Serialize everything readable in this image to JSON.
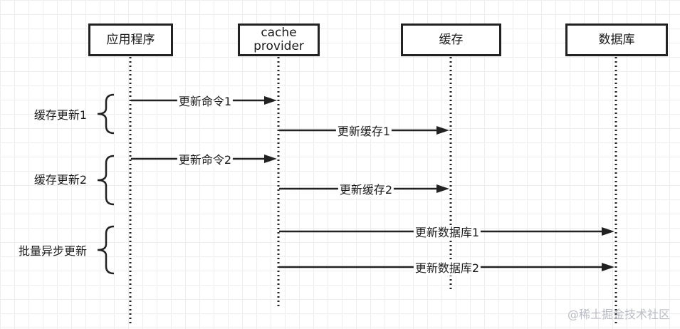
{
  "participants": [
    {
      "id": "app",
      "label": "应用程序"
    },
    {
      "id": "cp",
      "label": "cache\nprovider"
    },
    {
      "id": "cache",
      "label": "缓存"
    },
    {
      "id": "db",
      "label": "数据库"
    }
  ],
  "messages": [
    {
      "from": "app",
      "to": "cp",
      "label": "更新命令1"
    },
    {
      "from": "cp",
      "to": "cache",
      "label": "更新缓存1"
    },
    {
      "from": "app",
      "to": "cp",
      "label": "更新命令2"
    },
    {
      "from": "cp",
      "to": "cache",
      "label": "更新缓存2"
    },
    {
      "from": "cp",
      "to": "db",
      "label": "更新数据库1"
    },
    {
      "from": "cp",
      "to": "db",
      "label": "更新数据库2"
    }
  ],
  "groups": [
    {
      "label": "缓存更新1",
      "messages": [
        0,
        1
      ]
    },
    {
      "label": "缓存更新2",
      "messages": [
        2,
        3
      ]
    },
    {
      "label": "批量异步更新",
      "messages": [
        4,
        5
      ]
    }
  ],
  "watermark": "@稀土掘金技术社区",
  "colors": {
    "line": "#222222",
    "box_border": "#222222",
    "grid": "#eeeeee",
    "watermark": "#b9bcc4"
  }
}
